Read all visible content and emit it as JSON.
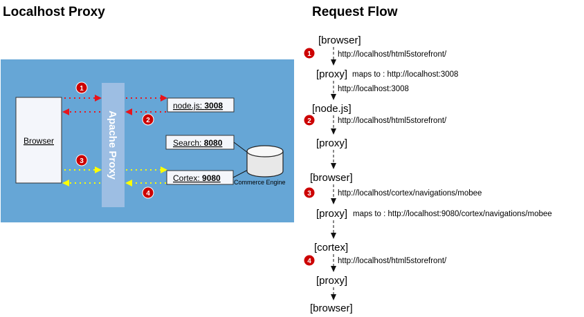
{
  "titles": {
    "left": "Localhost Proxy",
    "right": "Request Flow"
  },
  "diagram": {
    "browser_label": "Browser",
    "proxy_label": "Apache Proxy",
    "nodejs": {
      "name": "node.js: ",
      "port": "3008"
    },
    "search": {
      "name": "Search: ",
      "port": "8080"
    },
    "cortex": {
      "name": "Cortex: ",
      "port": "9080"
    },
    "engine_label": "Commerce Engine",
    "badges": [
      "1",
      "2",
      "3",
      "4"
    ],
    "colors": {
      "panel": "#66A6D6",
      "proxy_bar": "#9DBEE3",
      "red_arrow": "#E8141B",
      "yellow_arrow": "#FFFF00",
      "badge": "#CC0000"
    }
  },
  "flow": {
    "nodes": [
      "[browser]",
      "[proxy]",
      "[node.js]",
      "[proxy]",
      "[browser]",
      "[proxy]",
      "[cortex]",
      "[proxy]",
      "[browser]"
    ],
    "urls": [
      "http://localhost/html5storefront/",
      "http://localhost:3008",
      "http://localhost/html5storefront/",
      "http://localhost/cortex/navigations/mobee",
      "http://localhost/html5storefront/"
    ],
    "maps": [
      "maps to : http://localhost:3008",
      "maps to : http://localhost:9080/cortex/navigations/mobee"
    ],
    "badges": [
      "1",
      "2",
      "3",
      "4"
    ]
  }
}
